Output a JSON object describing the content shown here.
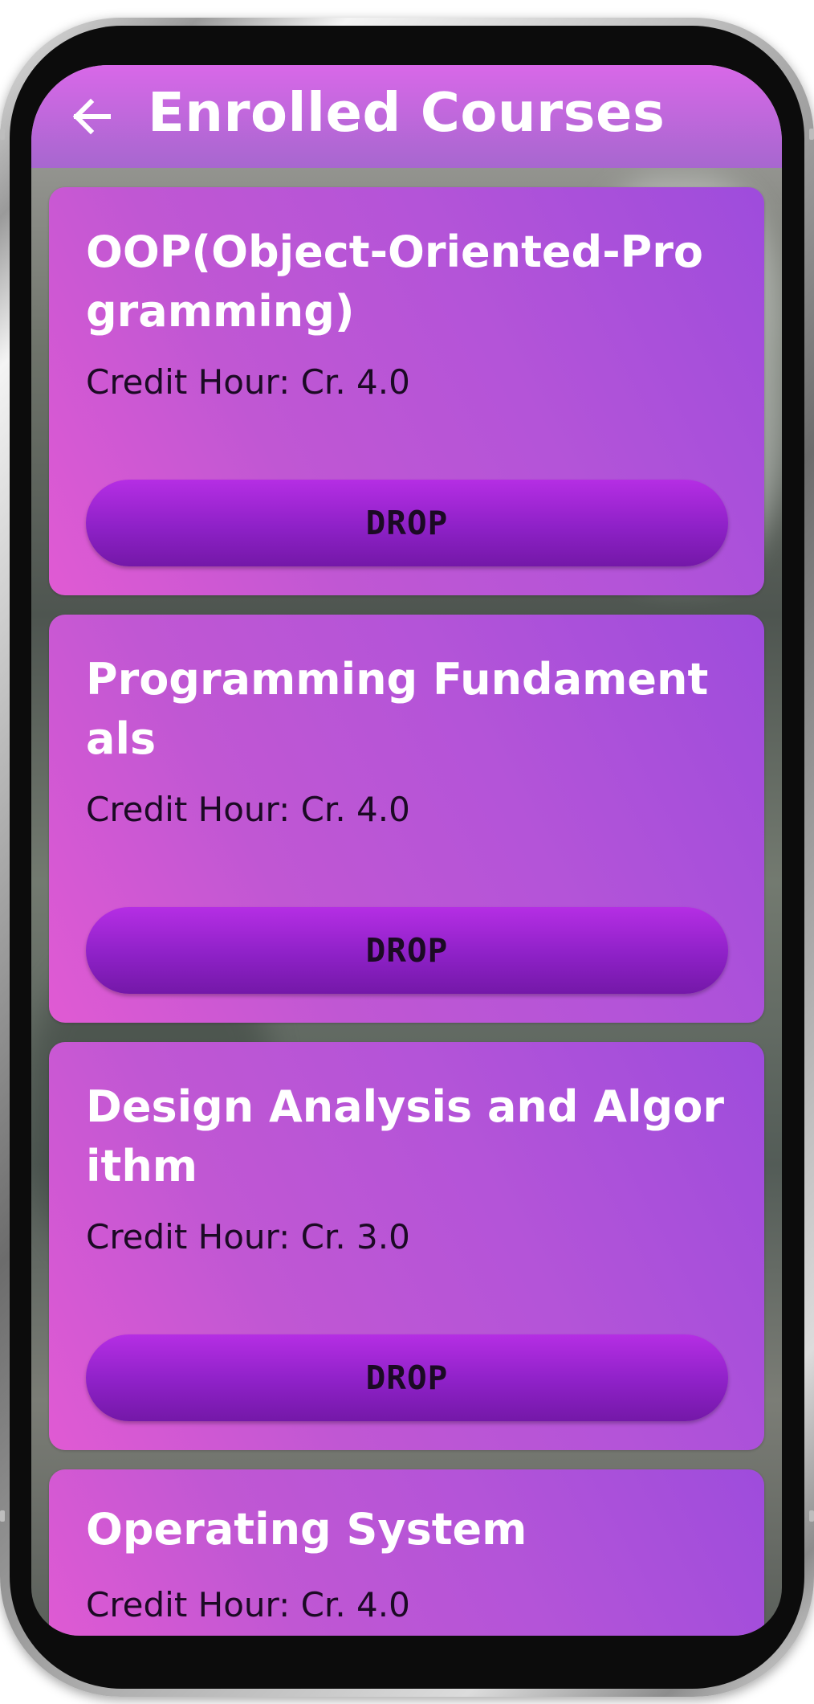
{
  "appbar": {
    "title": "Enrolled Courses",
    "back_icon": "arrow-left-icon"
  },
  "courses": [
    {
      "name": "OOP(Object-Oriented-Programming)",
      "credit": "Credit Hour: Cr. 4.0",
      "action": "DROP"
    },
    {
      "name": "Programming Fundamentals",
      "credit": "Credit Hour: Cr. 4.0",
      "action": "DROP"
    },
    {
      "name": "Design Analysis and Algorithm",
      "credit": "Credit Hour: Cr. 3.0",
      "action": "DROP"
    },
    {
      "name": "Operating System",
      "credit": "Credit Hour: Cr. 4.0"
    }
  ],
  "colors": {
    "appbar_top": "#d868e8",
    "appbar_bottom": "#a767cf",
    "card_left": "#e05ad3",
    "card_right": "#9e4cdc",
    "button": "#8e21c7"
  }
}
